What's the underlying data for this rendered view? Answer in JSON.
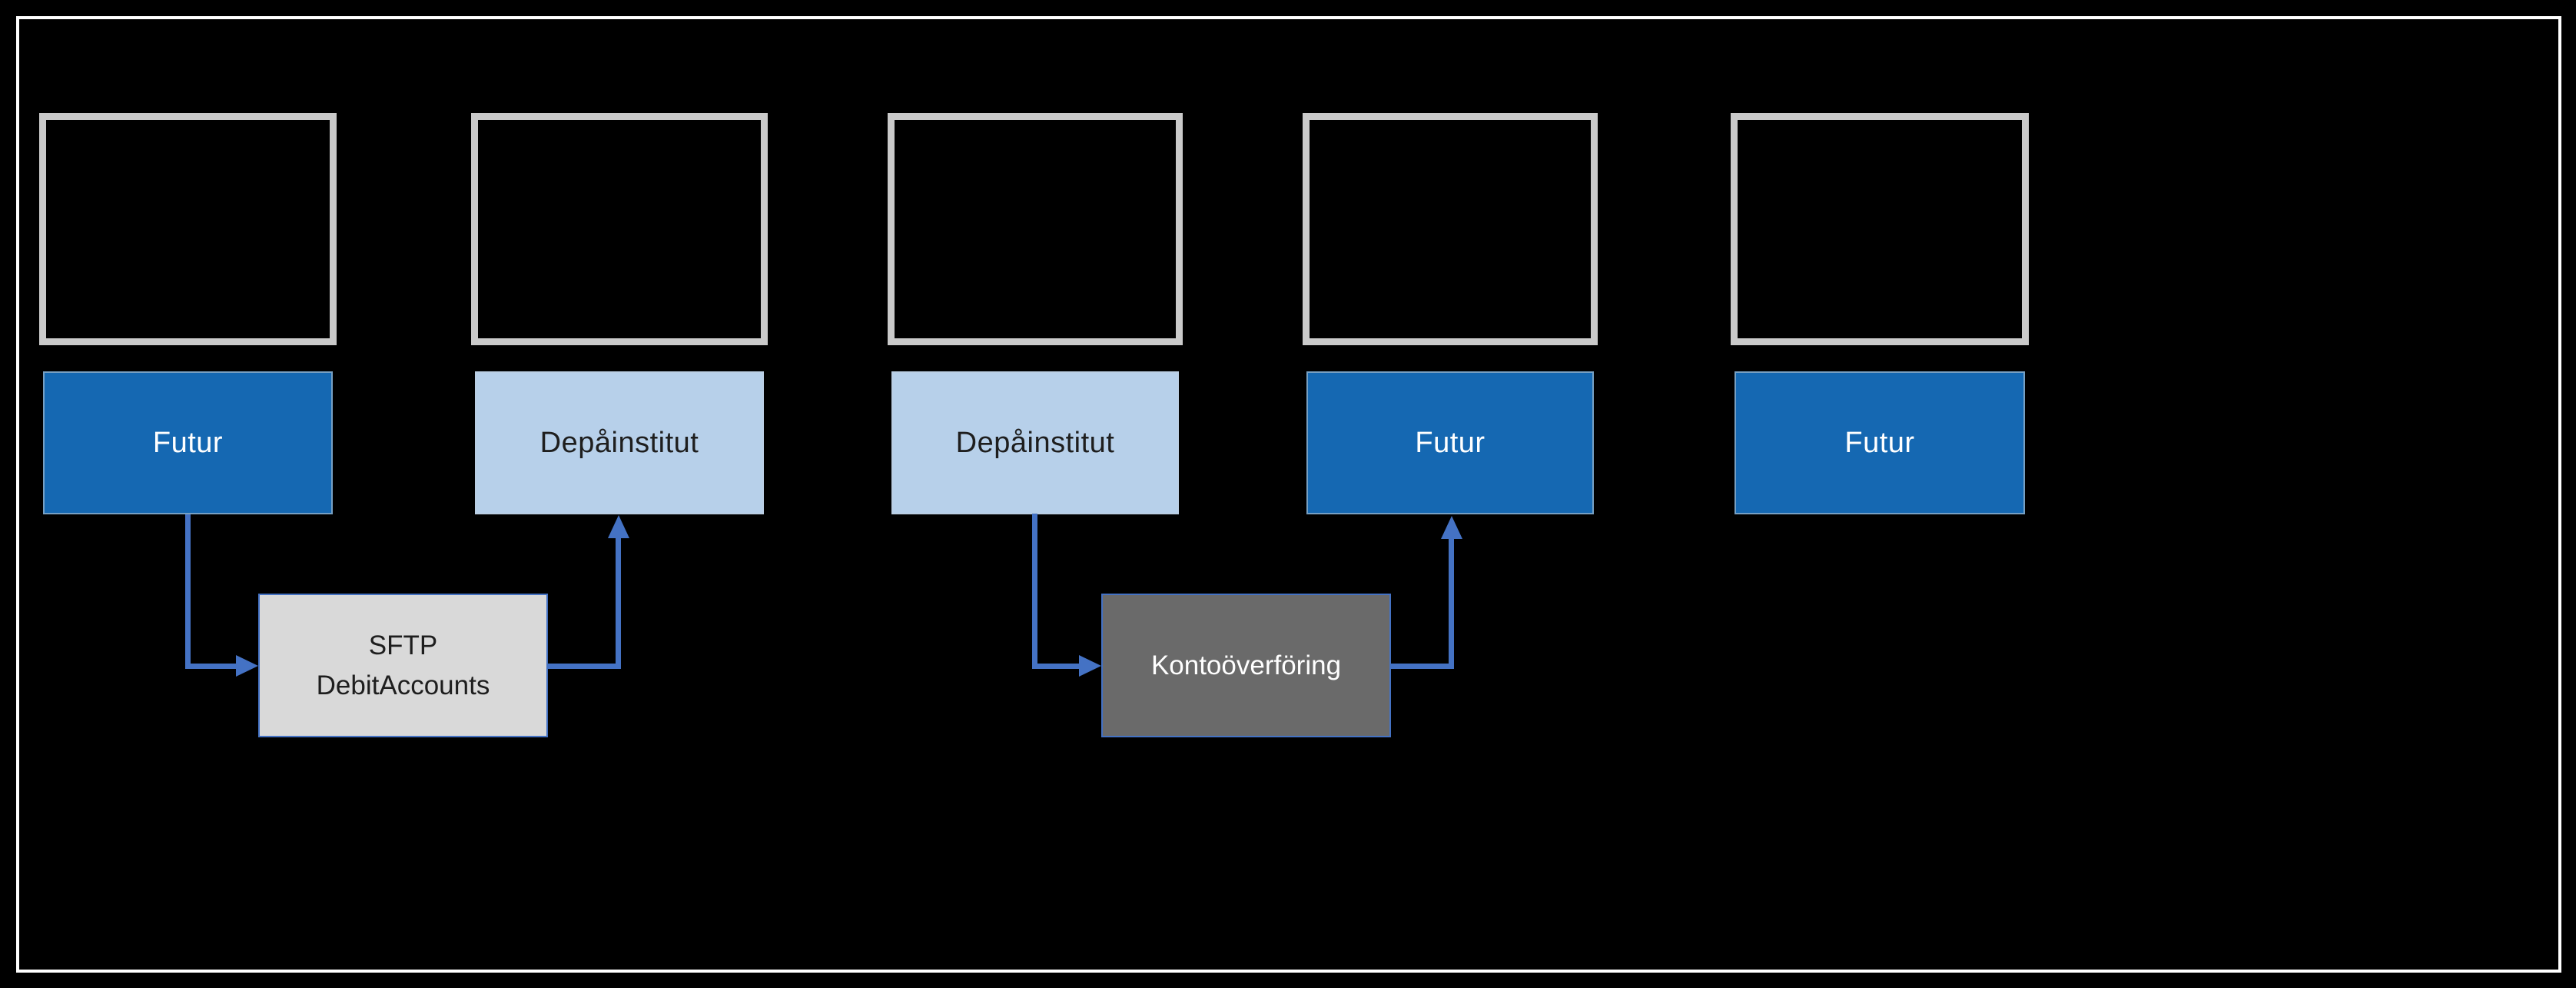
{
  "diagram": {
    "background": "#000000",
    "frame_color": "#ffffff",
    "columns": [
      {
        "placeholder": "empty-image-frame",
        "label": "Futur",
        "variant": "dark-blue"
      },
      {
        "placeholder": "empty-image-frame",
        "label": "Depåinstitut",
        "variant": "light-blue"
      },
      {
        "placeholder": "empty-image-frame",
        "label": "Depåinstitut",
        "variant": "light-blue"
      },
      {
        "placeholder": "empty-image-frame",
        "label": "Futur",
        "variant": "dark-blue"
      },
      {
        "placeholder": "empty-image-frame",
        "label": "Futur",
        "variant": "dark-blue"
      }
    ],
    "process_boxes": [
      {
        "line1": "SFTP",
        "line2": "DebitAccounts",
        "variant": "light-gray"
      },
      {
        "line1": "Kontoöverföring",
        "line2": "",
        "variant": "dark-gray"
      }
    ],
    "connectors": [
      {
        "from": "futur-box-1",
        "to": "sftp-debitaccounts-box",
        "style": "elbow-arrow"
      },
      {
        "from": "sftp-debitaccounts-box",
        "to": "depainstitut-box-1",
        "style": "elbow-arrow"
      },
      {
        "from": "depainstitut-box-2",
        "to": "kontooverforing-box",
        "style": "elbow-arrow"
      },
      {
        "from": "kontooverforing-box",
        "to": "futur-box-2",
        "style": "elbow-arrow"
      }
    ],
    "colors": {
      "dark_blue": "#1568B2",
      "light_blue": "#B7D0EA",
      "light_gray": "#D9D9D9",
      "dark_gray": "#6A6A6A",
      "arrow_blue": "#4472C4",
      "placeholder_border": "#CACACA"
    }
  }
}
